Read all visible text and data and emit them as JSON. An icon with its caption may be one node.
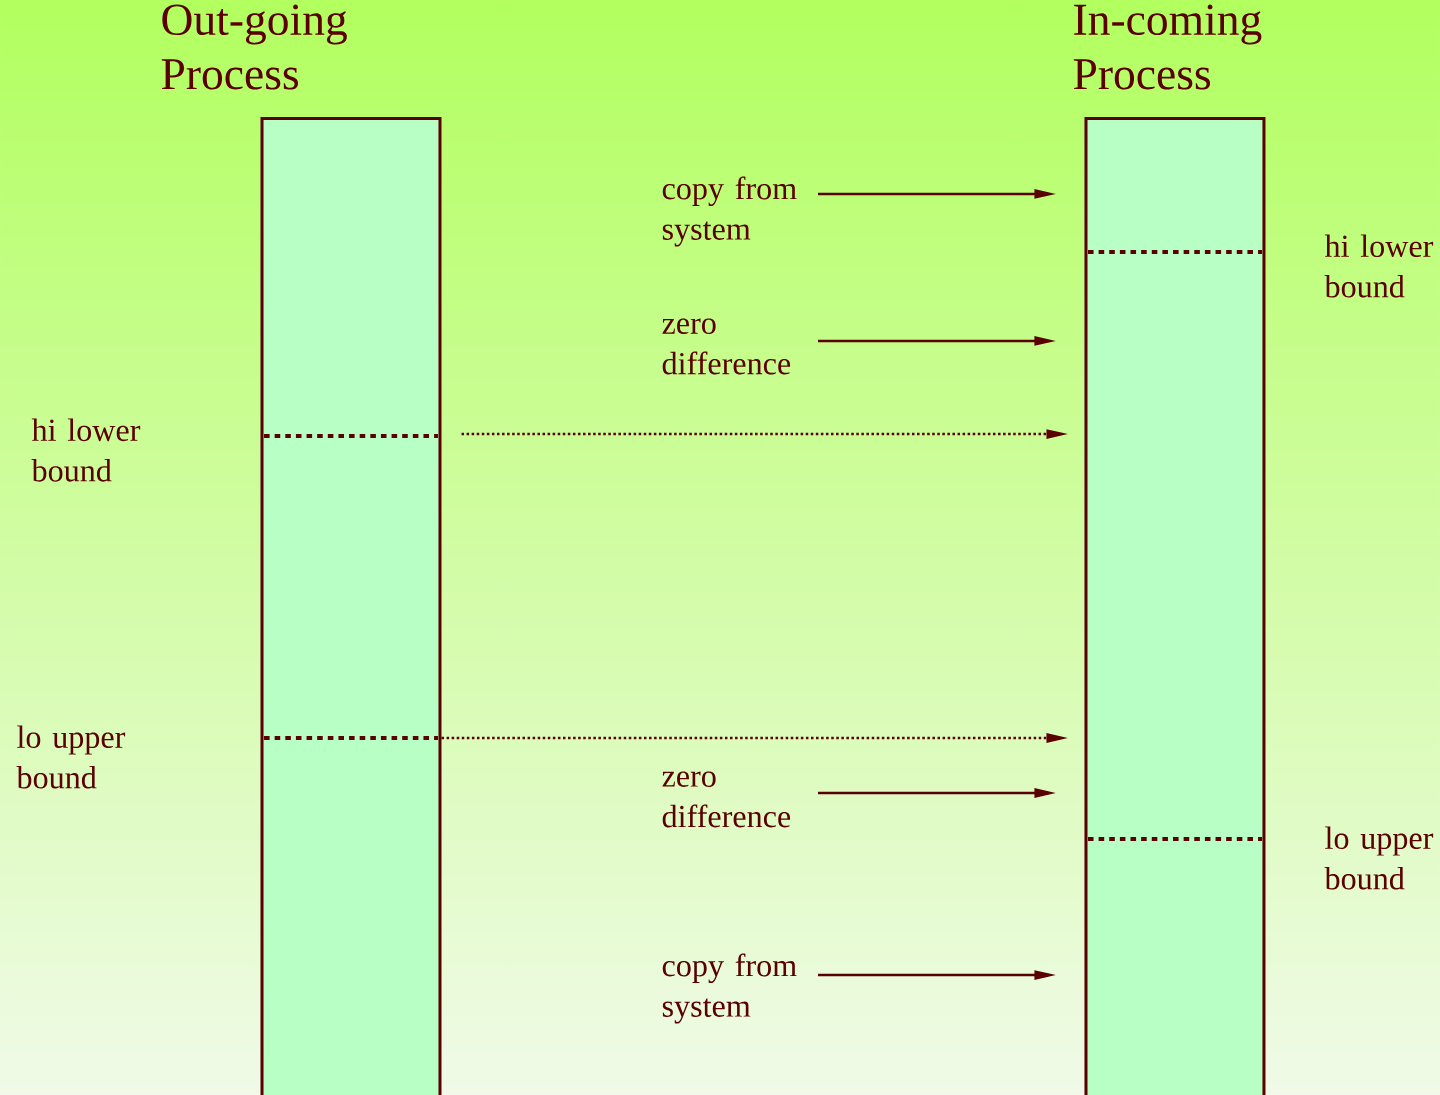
{
  "diagram": {
    "nodes": [
      {
        "text": [
          "Out-going Process"
        ]
      },
      {
        "text": [
          "In-coming Process"
        ]
      },
      {
        "text": [
          "copy from system"
        ]
      },
      {
        "text": [
          "zero difference"
        ]
      },
      {
        "text": [
          "zero difference"
        ]
      },
      {
        "text": [
          "copy from system"
        ]
      }
    ],
    "edges": [
      {
        "from": 2,
        "to": 1,
        "arrow": "to"
      },
      {
        "from": 3,
        "to": 1,
        "arrow": "to"
      },
      {
        "from": 0,
        "to": 1,
        "arrow": "to",
        "style": "dashed"
      },
      {
        "from": 0,
        "to": 1,
        "arrow": "to",
        "style": "dashed"
      },
      {
        "from": 4,
        "to": 1,
        "arrow": "to"
      },
      {
        "from": 5,
        "to": 1,
        "arrow": "to"
      }
    ],
    "labels": [
      "hi lower bound",
      "hi lower bound",
      "lo upper bound",
      "lo upper bound"
    ]
  }
}
